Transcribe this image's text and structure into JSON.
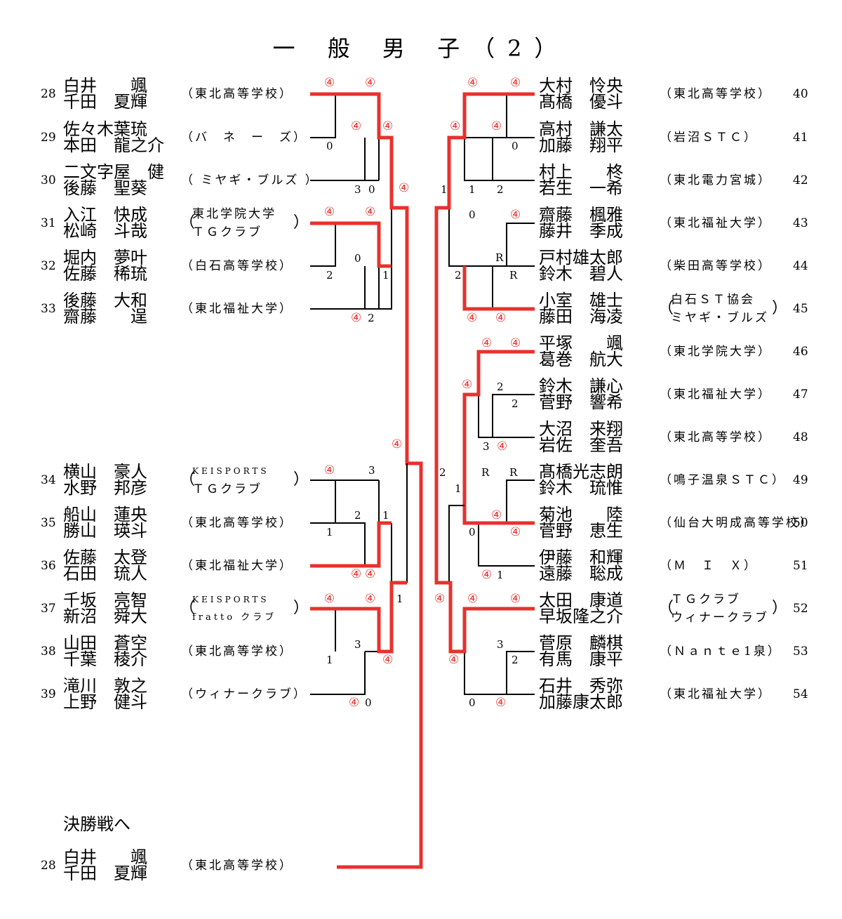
{
  "title": "一 般 男 子（2）",
  "final_caption": "決勝戦へ",
  "colors": {
    "winner_line": "#e8312c",
    "line": "#000000"
  },
  "left_teams": [
    {
      "seed": "28",
      "p1": "白井　　颯",
      "p2": "千田　夏輝",
      "org": "（東北高等学校）"
    },
    {
      "seed": "29",
      "p1": "佐々木葉琉",
      "p2": "本田　龍之介",
      "org": "（バ　ネ　ー　ズ）"
    },
    {
      "seed": "30",
      "p1": "二文字屋　健",
      "p2": "後藤　聖葵",
      "org": "（ ミヤギ・ブルズ ）"
    },
    {
      "seed": "31",
      "p1": "入江　快成",
      "p2": "松崎　斗哉",
      "org_a": "東北学院大学",
      "org_b": "ＴＧクラブ"
    },
    {
      "seed": "32",
      "p1": "堀内　夢叶",
      "p2": "佐藤　稀琉",
      "org": "（白石高等学校）"
    },
    {
      "seed": "33",
      "p1": "後藤　大和",
      "p2": "齋藤　　逞",
      "org": "（東北福祉大学）"
    },
    {
      "seed": "34",
      "p1": "横山　豪人",
      "p2": "水野　邦彦",
      "org_a": "KEISPORTS",
      "org_b": "ＴＧクラブ"
    },
    {
      "seed": "35",
      "p1": "船山　蓮央",
      "p2": "勝山　瑛斗",
      "org": "（東北高等学校）"
    },
    {
      "seed": "36",
      "p1": "佐藤　太登",
      "p2": "石田　琉人",
      "org": "（東北福祉大学）"
    },
    {
      "seed": "37",
      "p1": "千坂　亮智",
      "p2": "新沼　舜大",
      "org_a": "KEISPORTS",
      "org_b": "fratto クラブ"
    },
    {
      "seed": "38",
      "p1": "山田　蒼空",
      "p2": "千葉　稜介",
      "org": "（東北高等学校）"
    },
    {
      "seed": "39",
      "p1": "滝川　敦之",
      "p2": "上野　健斗",
      "org": "（ウィナークラブ）"
    }
  ],
  "right_teams": [
    {
      "seed": "40",
      "p1": "大村　怜央",
      "p2": "髙橋　優斗",
      "org": "（東北高等学校）"
    },
    {
      "seed": "41",
      "p1": "高村　謙太",
      "p2": "加藤　翔平",
      "org": "（岩沼ＳＴＣ）"
    },
    {
      "seed": "42",
      "p1": "村上　　柊",
      "p2": "若生　一希",
      "org": "（東北電力宮城）"
    },
    {
      "seed": "43",
      "p1": "齋藤　楓雅",
      "p2": "藤井　季成",
      "org": "（東北福祉大学）"
    },
    {
      "seed": "44",
      "p1": "戸村雄太郎",
      "p2": "鈴木　碧人",
      "org": "（柴田高等学校）"
    },
    {
      "seed": "45",
      "p1": "小室　雄士",
      "p2": "藤田　海凌",
      "org_a": "白石ＳＴ協会",
      "org_b": "ミヤギ・ブルズ"
    },
    {
      "seed": "46",
      "p1": "平塚　　颯",
      "p2": "葛巻　航大",
      "org": "（東北学院大学）"
    },
    {
      "seed": "47",
      "p1": "鈴木　謙心",
      "p2": "菅野　響希",
      "org": "（東北福祉大学）"
    },
    {
      "seed": "48",
      "p1": "大沼　来翔",
      "p2": "岩佐　奎吾",
      "org": "（東北高等学校）"
    },
    {
      "seed": "49",
      "p1": "髙橋光志朗",
      "p2": "鈴木　琉惟",
      "org": "（鳴子温泉ＳＴＣ）"
    },
    {
      "seed": "50",
      "p1": "菊池　　陸",
      "p2": "菅野　恵生",
      "org": "（仙台大明成高等学校）"
    },
    {
      "seed": "51",
      "p1": "伊藤　和輝",
      "p2": "遠藤　聡成",
      "org": "（Ｍ　Ｉ　Ｘ）"
    },
    {
      "seed": "52",
      "p1": "太田　康道",
      "p2": "早坂隆之介",
      "org_a": "ＴＧクラブ",
      "org_b": "ウィナークラブ"
    },
    {
      "seed": "53",
      "p1": "菅原　麟棋",
      "p2": "有馬　康平",
      "org": "（Ｎａｎｔｅ1泉）"
    },
    {
      "seed": "54",
      "p1": "石井　秀弥",
      "p2": "加藤康太郎",
      "org": "（東北福祉大学）"
    }
  ],
  "final_team": {
    "seed": "28",
    "p1": "白井　　颯",
    "p2": "千田　夏輝",
    "org": "（東北高等学校）"
  },
  "scores": {
    "l28a": "④",
    "l28b": "④",
    "l29a": "④",
    "l29b": "④",
    "l29c": "0",
    "l30a": "3",
    "l30b": "0",
    "l31a": "④",
    "l31b": "④",
    "l32a": "0",
    "l32b": "2",
    "l32c": "1",
    "l33a": "④",
    "l33b": "2",
    "lqa": "④",
    "l34a": "④",
    "l34b": "3",
    "l35a": "1",
    "l35b": "2",
    "l35c": "1",
    "l36a": "④",
    "l36b": "④",
    "l37a": "④",
    "l37b": "④",
    "l37c": "1",
    "l38a": "3",
    "l38b": "1",
    "l38c": "④",
    "l39a": "④",
    "l39b": "0",
    "lqb": "④",
    "r40a": "④",
    "r40b": "④",
    "r41a": "④",
    "r41b": "④",
    "r41c": "0",
    "r42a": "1",
    "r42b": "1",
    "r42c": "2",
    "r43a": "0",
    "r43b": "④",
    "r44a": "R",
    "r44b": "R",
    "r44c": "2",
    "r45a": "④",
    "r45b": "④",
    "r46a": "④",
    "r46b": "④",
    "r47a": "④",
    "r47b": "2",
    "r47c": "2",
    "r48a": "3",
    "r48b": "④",
    "r49a": "R",
    "r49b": "R",
    "r49c": "1",
    "r50a": "④",
    "r50b": "0",
    "r50c": "④",
    "r51a": "④",
    "r51b": "1",
    "rqa": "2",
    "r52a": "④",
    "r52b": "④",
    "r52c": "④",
    "r53a": "3",
    "r53b": "④",
    "r53c": "2",
    "r54a": "0",
    "r54b": "④"
  }
}
